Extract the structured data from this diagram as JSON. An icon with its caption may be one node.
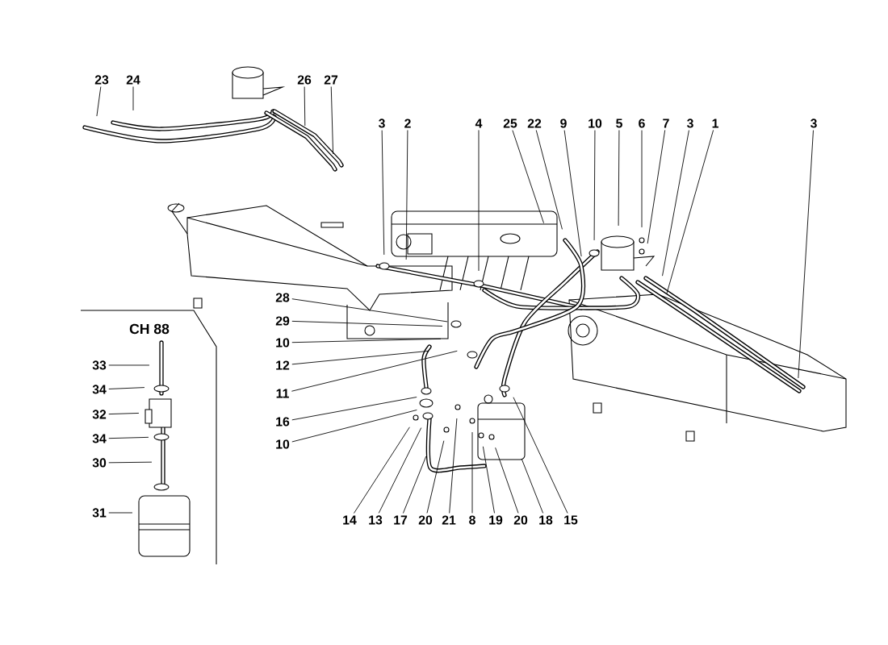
{
  "diagram": {
    "nodes": [
      {
        "text": [
          "23"
        ]
      },
      {
        "text": [
          "24"
        ]
      },
      {
        "text": [
          "26"
        ]
      },
      {
        "text": [
          "27"
        ]
      },
      {
        "text": [
          "3"
        ]
      },
      {
        "text": [
          "2"
        ]
      },
      {
        "text": [
          "4"
        ]
      },
      {
        "text": [
          "25"
        ]
      },
      {
        "text": [
          "22"
        ]
      },
      {
        "text": [
          "9"
        ]
      },
      {
        "text": [
          "10"
        ]
      },
      {
        "text": [
          "5"
        ]
      },
      {
        "text": [
          "6"
        ]
      },
      {
        "text": [
          "7"
        ]
      },
      {
        "text": [
          "3"
        ]
      },
      {
        "text": [
          "1"
        ]
      },
      {
        "text": [
          "3"
        ]
      },
      {
        "text": [
          "28"
        ]
      },
      {
        "text": [
          "29"
        ]
      },
      {
        "text": [
          "10"
        ]
      },
      {
        "text": [
          "12"
        ]
      },
      {
        "text": [
          "11"
        ]
      },
      {
        "text": [
          "16"
        ]
      },
      {
        "text": [
          "10"
        ]
      },
      {
        "text": [
          "33"
        ]
      },
      {
        "text": [
          "34"
        ]
      },
      {
        "text": [
          "32"
        ]
      },
      {
        "text": [
          "34"
        ]
      },
      {
        "text": [
          "30"
        ]
      },
      {
        "text": [
          "31"
        ]
      },
      {
        "text": [
          "14"
        ]
      },
      {
        "text": [
          "13"
        ]
      },
      {
        "text": [
          "17"
        ]
      },
      {
        "text": [
          "20"
        ]
      },
      {
        "text": [
          "21"
        ]
      },
      {
        "text": [
          "8"
        ]
      },
      {
        "text": [
          "19"
        ]
      },
      {
        "text": [
          "20"
        ]
      },
      {
        "text": [
          "18"
        ]
      },
      {
        "text": [
          "15"
        ]
      }
    ],
    "edges": [
      {
        "from": 0,
        "to": null,
        "arrow": "none"
      },
      {
        "from": 1,
        "to": null,
        "arrow": "none"
      },
      {
        "from": 2,
        "to": null,
        "arrow": "none"
      },
      {
        "from": 3,
        "to": null,
        "arrow": "none"
      },
      {
        "from": 4,
        "to": null,
        "arrow": "none"
      },
      {
        "from": 5,
        "to": null,
        "arrow": "none"
      },
      {
        "from": 6,
        "to": null,
        "arrow": "none"
      },
      {
        "from": 7,
        "to": null,
        "arrow": "none"
      },
      {
        "from": 8,
        "to": null,
        "arrow": "none"
      },
      {
        "from": 9,
        "to": null,
        "arrow": "none"
      },
      {
        "from": 10,
        "to": null,
        "arrow": "none"
      },
      {
        "from": 11,
        "to": null,
        "arrow": "none"
      },
      {
        "from": 12,
        "to": null,
        "arrow": "none"
      },
      {
        "from": 13,
        "to": null,
        "arrow": "none"
      },
      {
        "from": 14,
        "to": null,
        "arrow": "none"
      },
      {
        "from": 15,
        "to": null,
        "arrow": "none"
      },
      {
        "from": 16,
        "to": null,
        "arrow": "none"
      },
      {
        "from": 17,
        "to": null,
        "arrow": "none"
      },
      {
        "from": 18,
        "to": null,
        "arrow": "none"
      },
      {
        "from": 19,
        "to": null,
        "arrow": "none"
      },
      {
        "from": 20,
        "to": null,
        "arrow": "none"
      },
      {
        "from": 21,
        "to": null,
        "arrow": "none"
      },
      {
        "from": 22,
        "to": null,
        "arrow": "none"
      },
      {
        "from": 23,
        "to": null,
        "arrow": "none"
      },
      {
        "from": 24,
        "to": null,
        "arrow": "none"
      },
      {
        "from": 25,
        "to": null,
        "arrow": "none"
      },
      {
        "from": 26,
        "to": null,
        "arrow": "none"
      },
      {
        "from": 27,
        "to": null,
        "arrow": "none"
      },
      {
        "from": 28,
        "to": null,
        "arrow": "none"
      },
      {
        "from": 29,
        "to": null,
        "arrow": "none"
      },
      {
        "from": 30,
        "to": null,
        "arrow": "none"
      },
      {
        "from": 31,
        "to": null,
        "arrow": "none"
      },
      {
        "from": 32,
        "to": null,
        "arrow": "none"
      },
      {
        "from": 33,
        "to": null,
        "arrow": "none"
      },
      {
        "from": 34,
        "to": null,
        "arrow": "none"
      },
      {
        "from": 35,
        "to": null,
        "arrow": "none"
      },
      {
        "from": 36,
        "to": null,
        "arrow": "none"
      },
      {
        "from": 37,
        "to": null,
        "arrow": "none"
      },
      {
        "from": 38,
        "to": null,
        "arrow": "none"
      },
      {
        "from": 39,
        "to": null,
        "arrow": "none"
      }
    ],
    "labels": [
      "CH 88"
    ]
  }
}
